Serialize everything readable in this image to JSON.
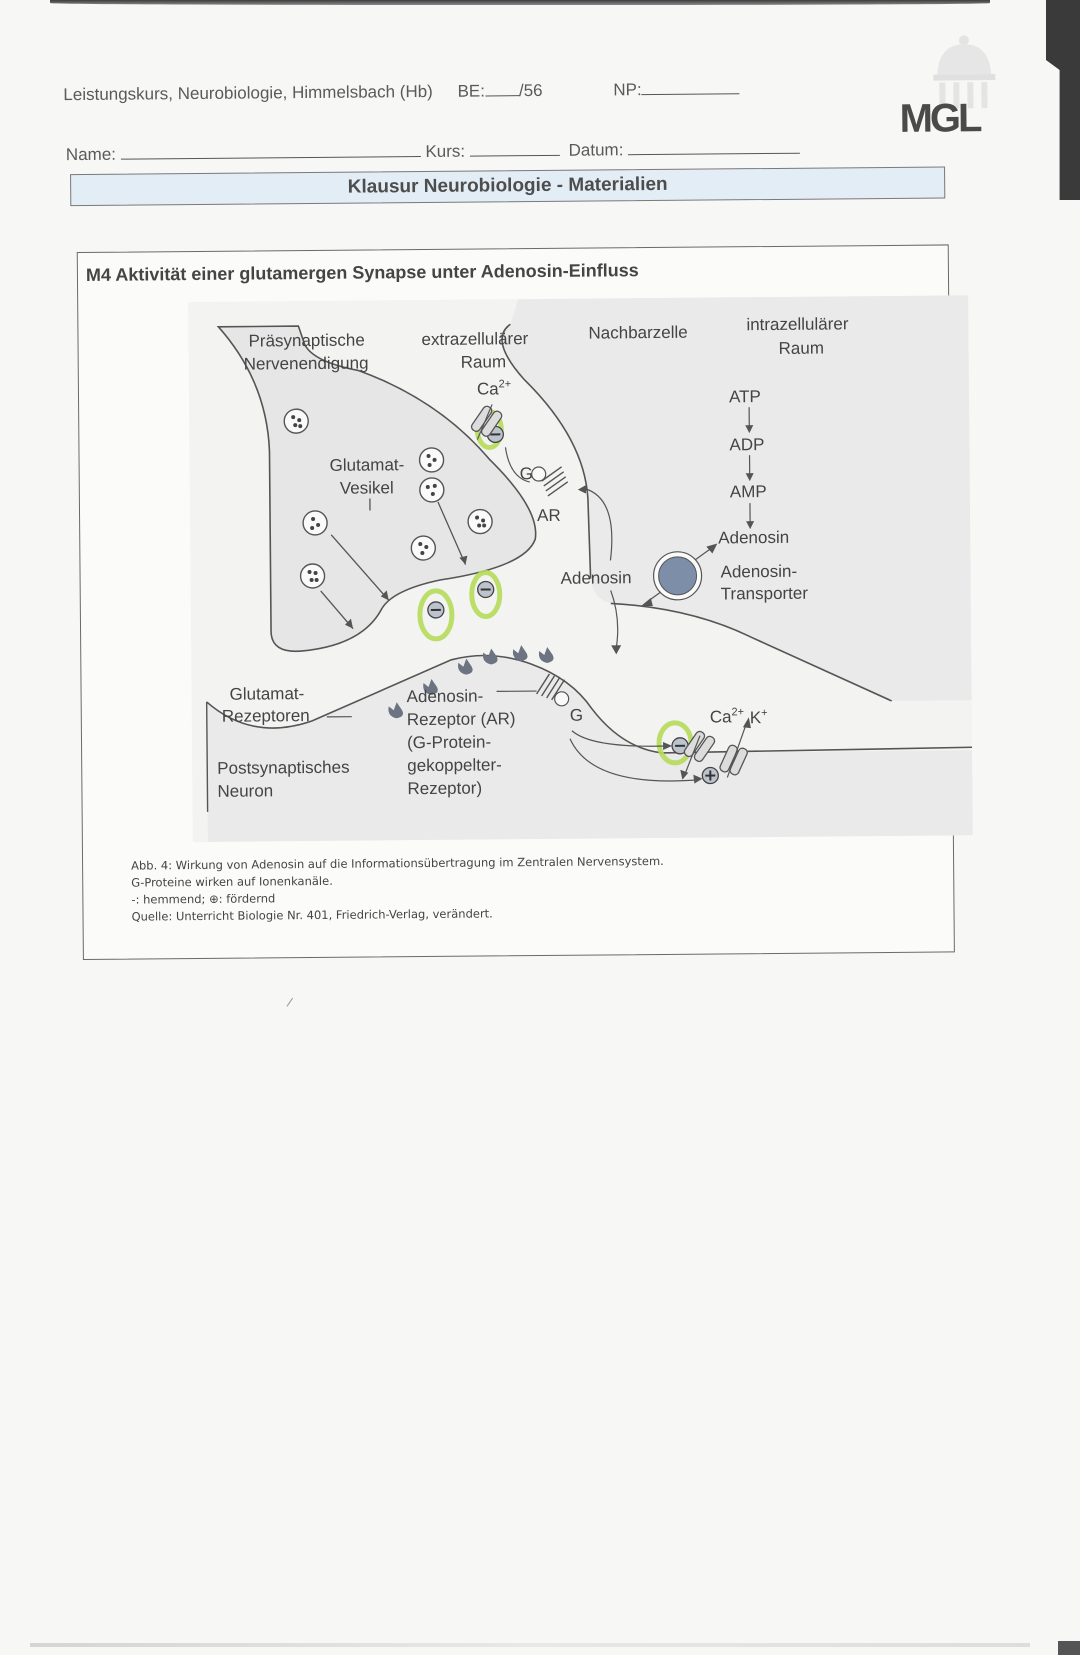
{
  "header": {
    "course_line": "Leistungskurs, Neurobiologie, Himmelsbach (Hb)",
    "be_label": "BE:",
    "be_total": "/56",
    "np_label": "NP:",
    "name_label": "Name:",
    "kurs_label": "Kurs:",
    "datum_label": "Datum:",
    "logo_text": "MGL"
  },
  "title_band": {
    "text": "Klausur Neurobiologie - Materialien",
    "background": "#e3edf6"
  },
  "material": {
    "title": "M4 Aktivität einer glutamergen Synapse unter Adenosin-Einfluss",
    "figure": {
      "labels": {
        "presynaptic_1": "Präsynaptische",
        "presynaptic_2": "Nervenendigung",
        "extracellular_1": "extrazellulärer",
        "extracellular_2": "Raum",
        "neighbor_cell": "Nachbarzelle",
        "intracellular_1": "intrazellulärer",
        "intracellular_2": "Raum",
        "ca_top": "Ca",
        "ca_sup": "2+",
        "glutamate_vesicle_1": "Glutamat-",
        "glutamate_vesicle_2": "Vesikel",
        "g_pre": "G",
        "ar_pre": "AR",
        "adenosin_mid": "Adenosin",
        "atp": "ATP",
        "adp": "ADP",
        "amp": "AMP",
        "adenosin_right": "Adenosin",
        "transporter_1": "Adenosin-",
        "transporter_2": "Transporter",
        "glu_receptor_1": "Glutamat-",
        "glu_receptor_2": "Rezeptoren",
        "postsyn_1": "Postsynaptisches",
        "postsyn_2": "Neuron",
        "ar_full_1": "Adenosin-",
        "ar_full_2": "Rezeptor (AR)",
        "ar_full_3": "(G-Protein-",
        "ar_full_4": "gekoppelter-",
        "ar_full_5": "Rezeptor)",
        "g_post": "G",
        "ca_post": "Ca",
        "ca_post_sup": "2+",
        "k_post": "K",
        "k_post_sup": "+",
        "minus_sign": "−",
        "plus_sign": "+"
      },
      "colors": {
        "cell_fill": "#ececec",
        "membrane": "#555555",
        "receptor": "#6b7480",
        "transporter": "#7d8ea8",
        "highlight": "#b6dc5a"
      }
    },
    "caption": {
      "line1": "Abb. 4: Wirkung von Adenosin auf die Informationsübertragung im Zentralen Nervensystem.",
      "line2": "G-Proteine wirken auf Ionenkanäle.",
      "line3": "-: hemmend; ⊕: fördernd",
      "line4": "Quelle: Unterricht Biologie Nr. 401, Friedrich-Verlag, verändert."
    }
  }
}
